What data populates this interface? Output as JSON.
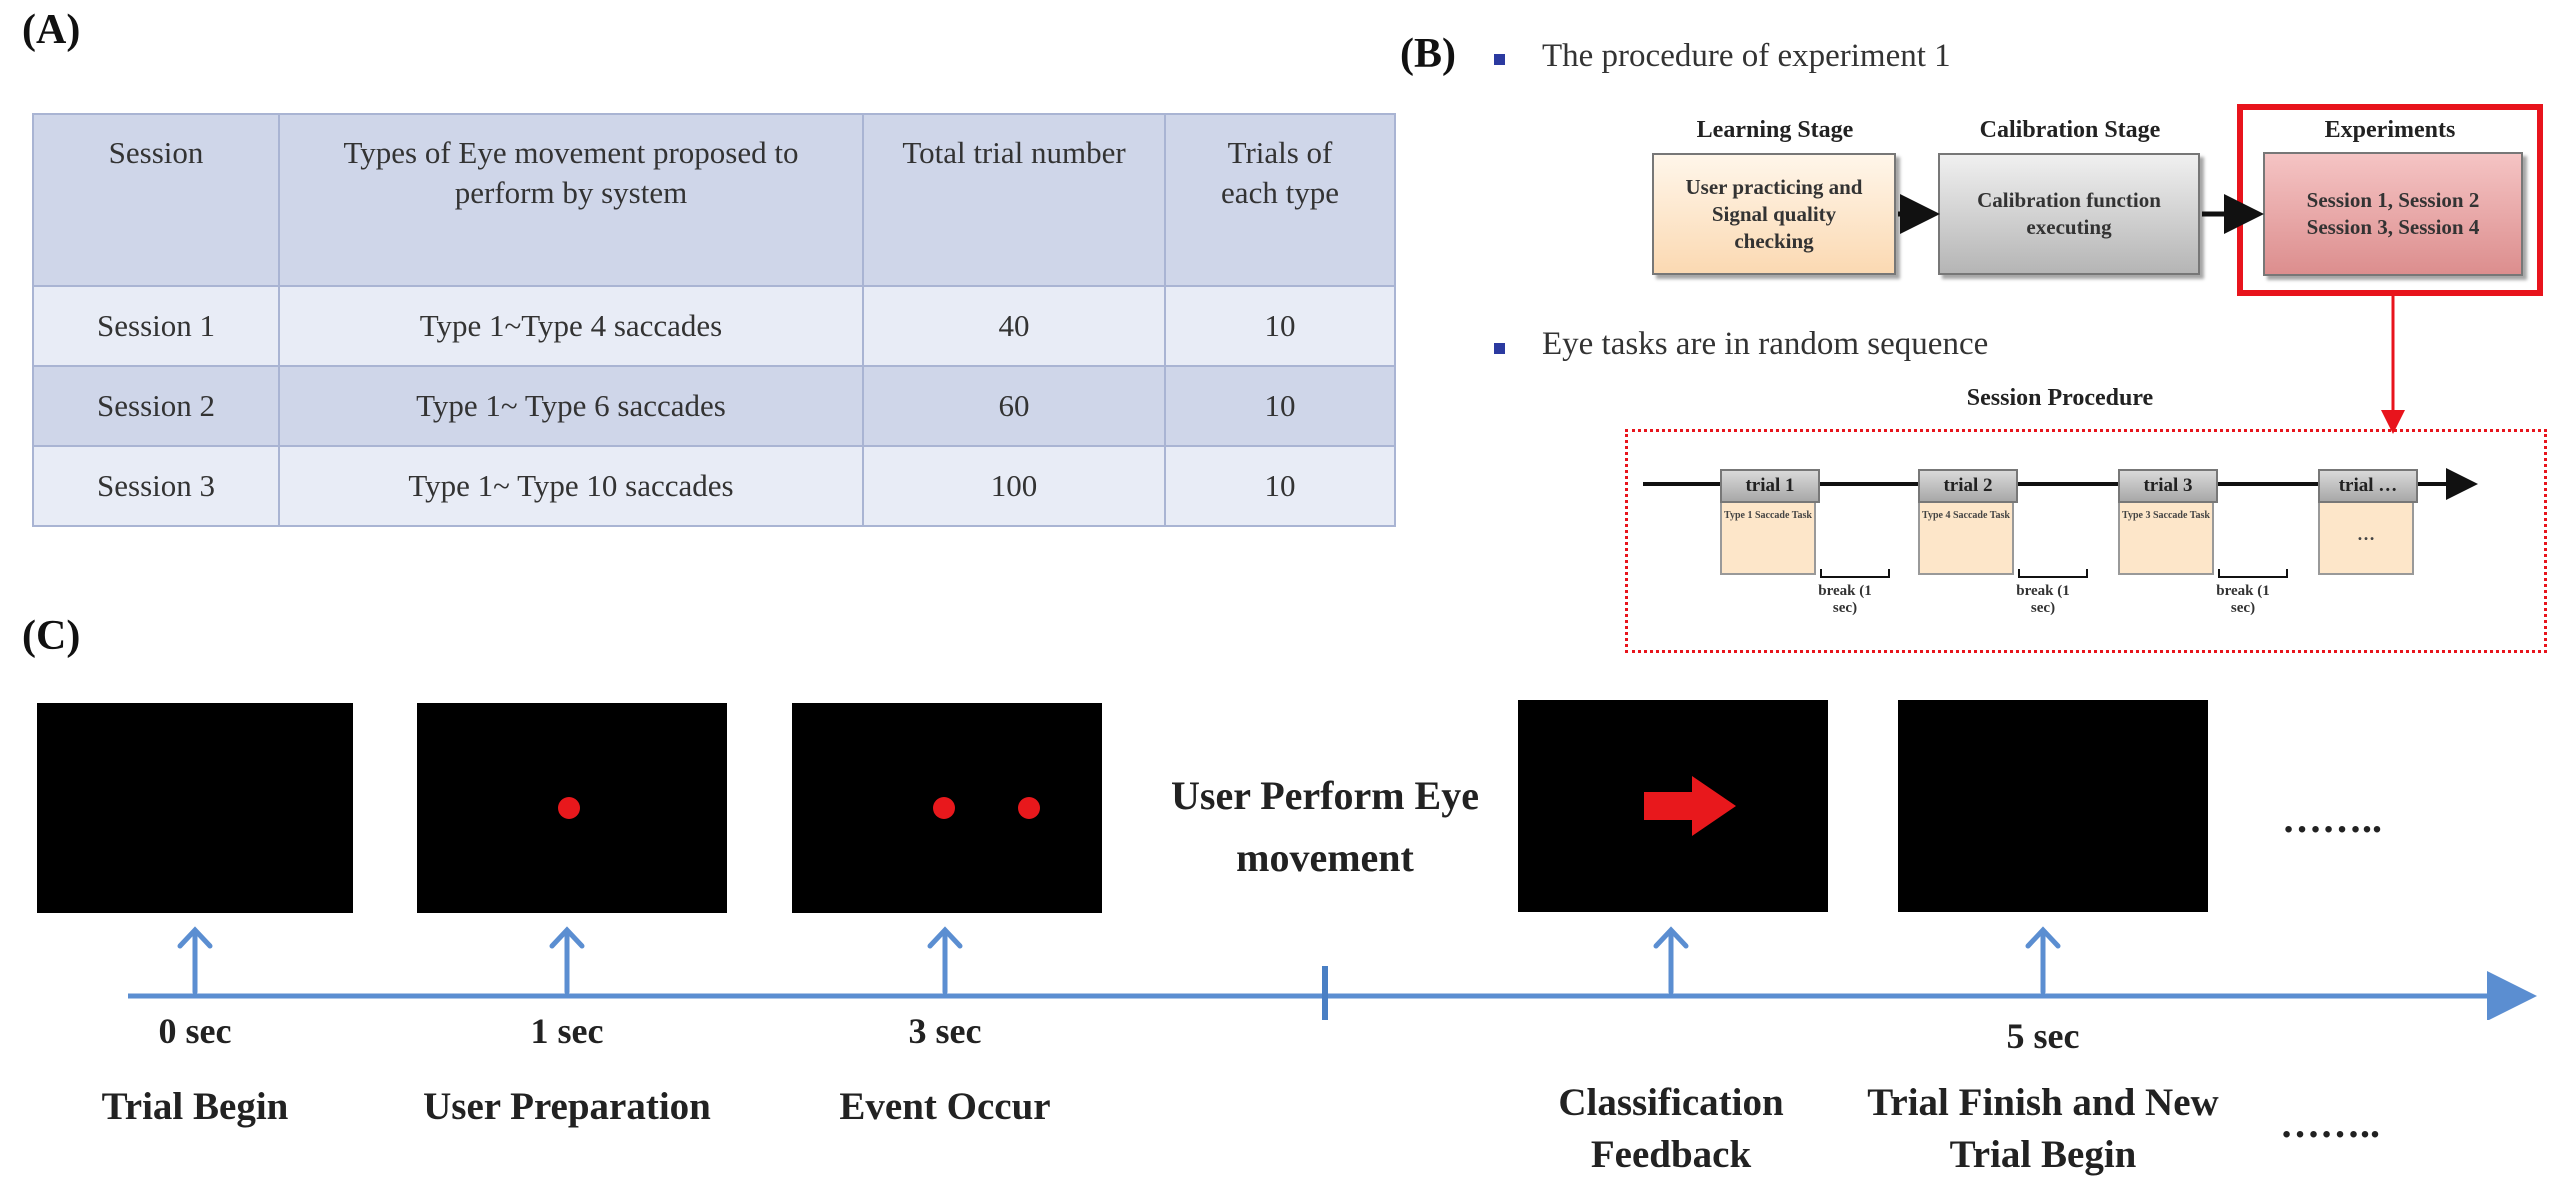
{
  "panel_a": {
    "label": "(A)",
    "headers": [
      "Session",
      "Types of Eye movement proposed to perform by system",
      "Total trial number",
      "Trials of each type"
    ],
    "rows": [
      [
        "Session 1",
        "Type 1~Type 4 saccades",
        "40",
        "10"
      ],
      [
        "Session 2",
        "Type 1~ Type 6 saccades",
        "60",
        "10"
      ],
      [
        "Session 3",
        "Type 1~ Type 10 saccades",
        "100",
        "10"
      ]
    ]
  },
  "panel_b": {
    "label": "(B)",
    "bullet1": "The procedure of experiment 1",
    "bullet2": "Eye tasks are in random sequence",
    "stages": [
      {
        "title": "Learning Stage",
        "body": "User practicing and Signal quality checking"
      },
      {
        "title": "Calibration Stage",
        "body": "Calibration function executing"
      },
      {
        "title": "Experiments",
        "body": "Session 1, Session 2 Session 3, Session 4"
      }
    ],
    "session_procedure_title": "Session Procedure",
    "trials": [
      {
        "head": "trial 1",
        "body": "Type 1 Saccade Task"
      },
      {
        "head": "trial 2",
        "body": "Type 4 Saccade Task"
      },
      {
        "head": "trial 3",
        "body": "Type 3 Saccade Task"
      },
      {
        "head": "trial …",
        "body": "…"
      }
    ],
    "break_label": "break (1 sec)",
    "colors": {
      "highlight": "#e8141c",
      "learning_fill": "#fde6c9",
      "calibration_fill": "#c9c9c9",
      "experiments_fill": "#e8a9a9",
      "bullet": "#2b3aa0"
    }
  },
  "panel_c": {
    "label": "(C)",
    "ticks": [
      "0 sec",
      "1 sec",
      "3 sec",
      "5 sec"
    ],
    "events": [
      "Trial Begin",
      "User Preparation",
      "Event Occur",
      "Classification Feedback",
      "Trial Finish and New Trial Begin"
    ],
    "middle_text": "User Perform Eye movement",
    "ellipsis": "……..",
    "colors": {
      "timeline": "#5b8ed1",
      "stimulus": "#e8181c",
      "screen": "#000000"
    }
  }
}
